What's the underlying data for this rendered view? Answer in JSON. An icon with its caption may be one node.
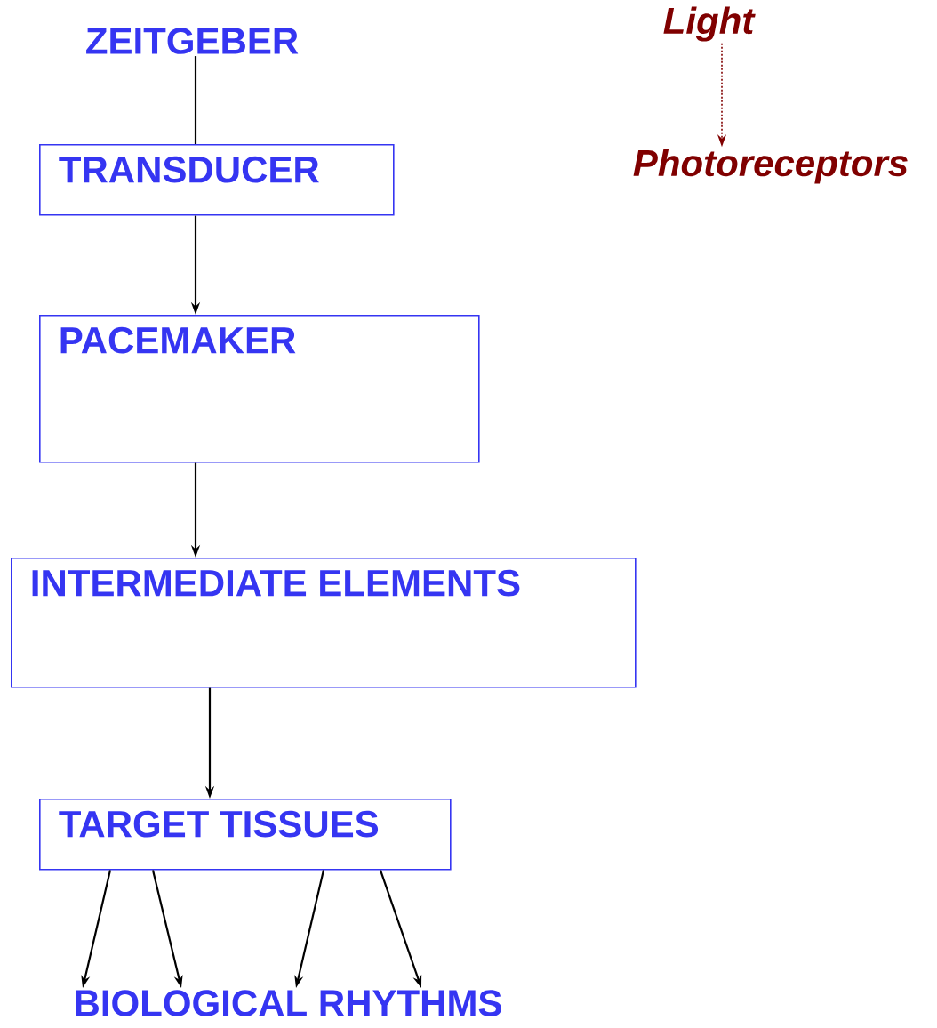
{
  "diagram": {
    "nodes": [
      {
        "text": [
          "ZEITGEBER"
        ]
      },
      {
        "text": [
          "TRANSDUCER"
        ]
      },
      {
        "text": [
          "PACEMAKER"
        ]
      },
      {
        "text": [
          "INTERMEDIATE ELEMENTS"
        ]
      },
      {
        "text": [
          "TARGET TISSUES"
        ]
      },
      {
        "text": [
          "BIOLOGICAL RHYTHMS"
        ]
      },
      {
        "text": [
          "Light"
        ]
      },
      {
        "text": [
          "Photoreceptors"
        ]
      }
    ],
    "edges": [
      {
        "from": 0,
        "to": 1,
        "arrow": "none"
      },
      {
        "from": 1,
        "to": 2,
        "arrow": "to"
      },
      {
        "from": 2,
        "to": 3,
        "arrow": "to"
      },
      {
        "from": 3,
        "to": 4,
        "arrow": "to"
      },
      {
        "from": 4,
        "to": 5,
        "arrow": "to"
      },
      {
        "from": 4,
        "to": 5,
        "arrow": "to"
      },
      {
        "from": 4,
        "to": 5,
        "arrow": "to"
      },
      {
        "from": 4,
        "to": 5,
        "arrow": "to"
      },
      {
        "from": 6,
        "to": 7,
        "arrow": "to",
        "style": "dashed",
        "color": "#800000"
      }
    ]
  }
}
